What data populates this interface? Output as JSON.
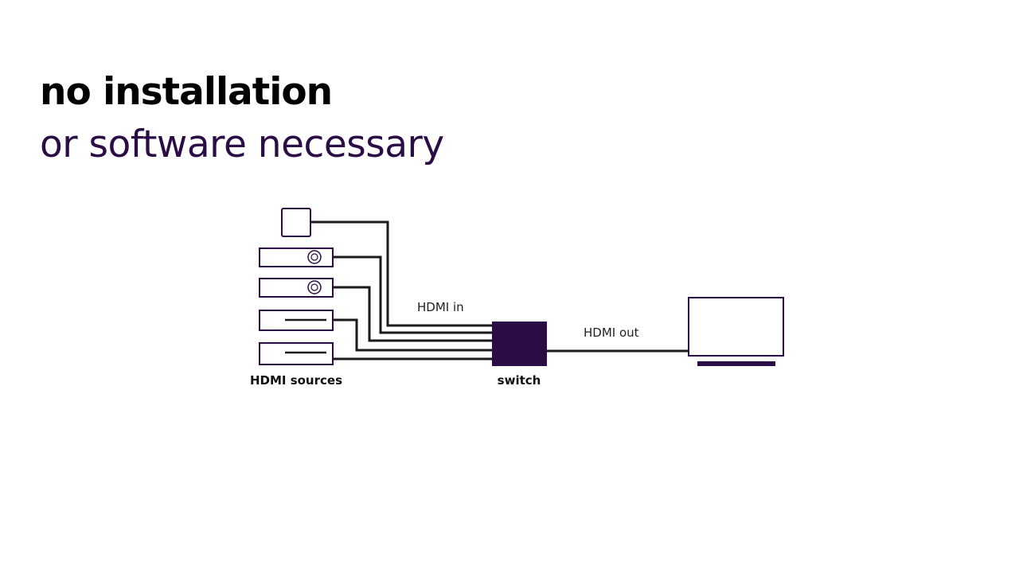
{
  "headline": {
    "line1": "no installation",
    "line2": "or software necessary"
  },
  "diagram": {
    "sources_label": "HDMI sources",
    "switch_label": "switch",
    "hdmi_in_label": "HDMI in",
    "hdmi_out_label": "HDMI out",
    "sources": [
      {
        "kind": "small-box"
      },
      {
        "kind": "disc-player"
      },
      {
        "kind": "disc-player"
      },
      {
        "kind": "set-top-box"
      },
      {
        "kind": "set-top-box"
      }
    ]
  },
  "colors": {
    "accent": "#2a0d44",
    "cable": "#1a1a1a",
    "headline_primary": "#000000"
  }
}
